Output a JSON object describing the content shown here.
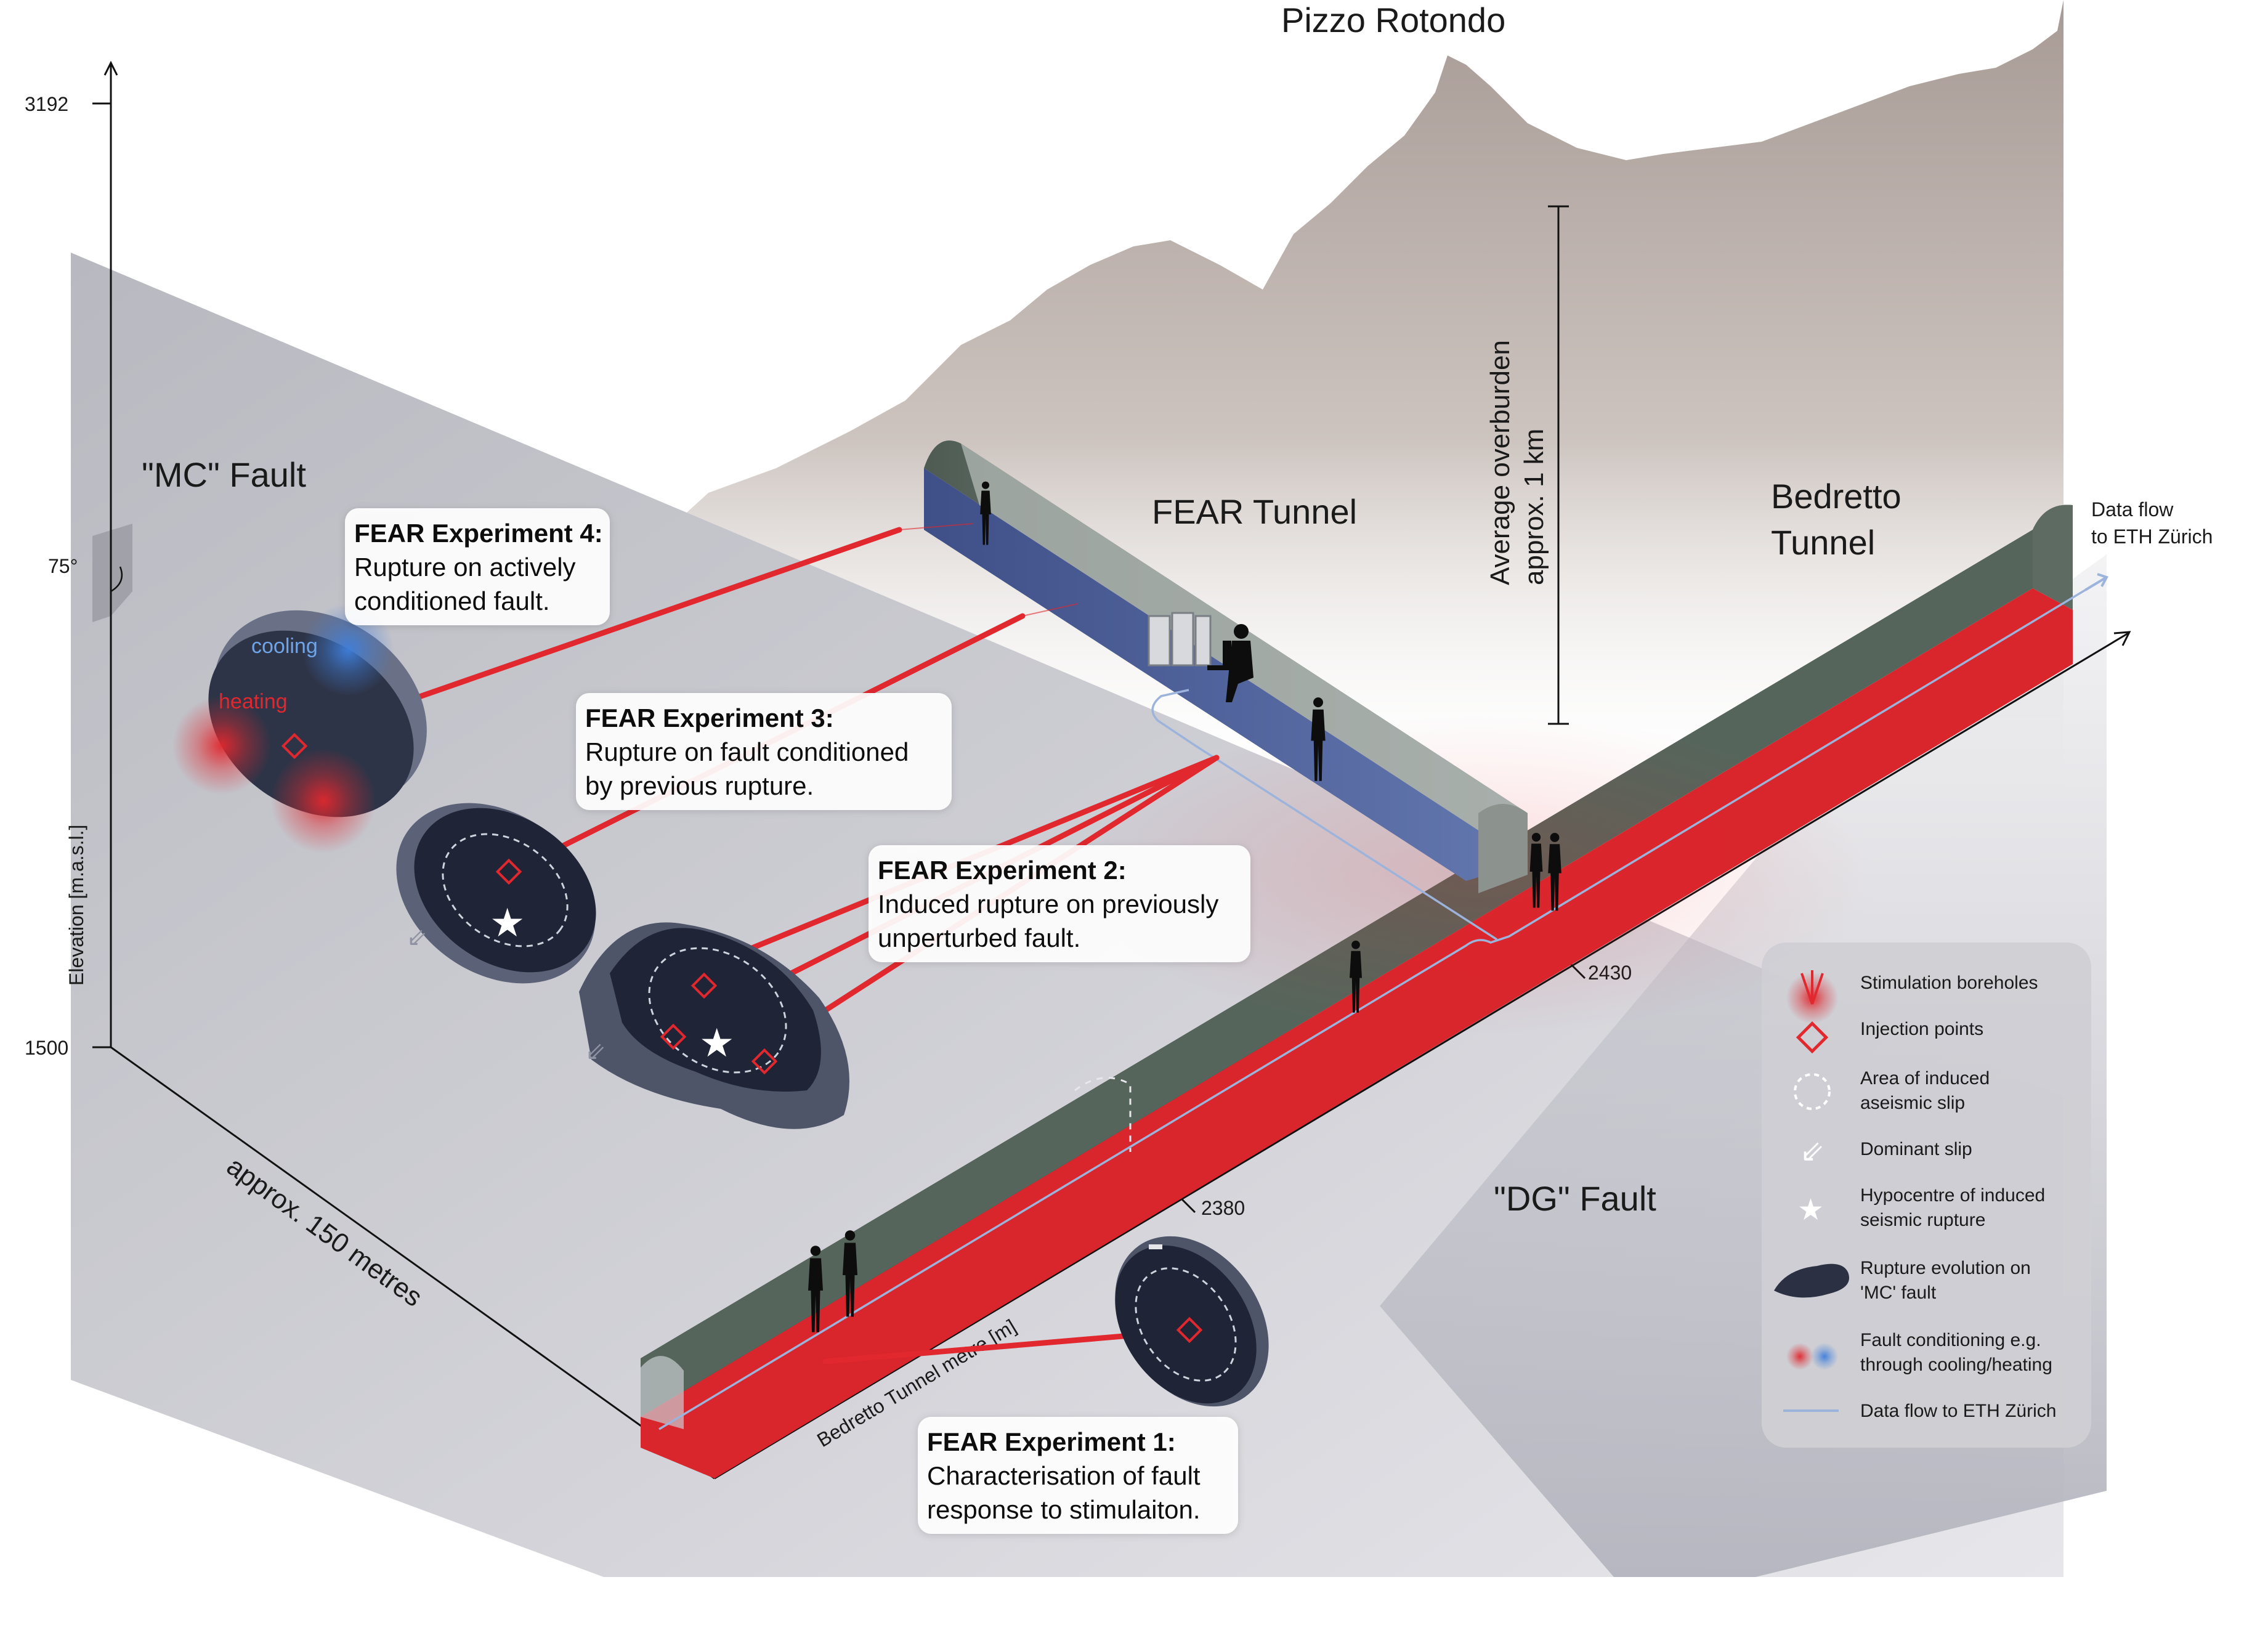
{
  "peak_label": "Pizzo Rotondo",
  "mc_fault_label": "\"MC\" Fault",
  "dg_fault_label": "\"DG\" Fault",
  "fear_tunnel_label": "FEAR Tunnel",
  "bedretto_tunnel_label": [
    "Bedretto",
    "Tunnel"
  ],
  "data_flow_label": [
    "Data flow",
    "to ETH Zürich"
  ],
  "overburden_label": [
    "Average overburden",
    "approx. 1 km"
  ],
  "elevation_axis": {
    "label": "Elevation [m.a.s.l.]",
    "ticks": [
      "3192",
      "1500"
    ],
    "dip_label": "75°"
  },
  "distance_label": "approx. 150 metres",
  "tunnel_metre_axis": {
    "label": "Bedretto Tunnel metre [m]",
    "ticks": [
      "2380",
      "2430"
    ]
  },
  "fault_conditioning": {
    "cooling": "cooling",
    "heating": "heating"
  },
  "experiments": [
    {
      "title": "FEAR Experiment 1:",
      "lines": [
        "Characterisation of fault",
        "response to stimulaiton."
      ]
    },
    {
      "title": "FEAR Experiment 2:",
      "lines": [
        "Induced rupture on previously",
        "unperturbed fault."
      ]
    },
    {
      "title": "FEAR Experiment 3:",
      "lines": [
        "Rupture on fault conditioned",
        "by previous rupture."
      ]
    },
    {
      "title": "FEAR Experiment 4:",
      "lines": [
        "Rupture on actively",
        "conditioned fault."
      ]
    }
  ],
  "legend": [
    {
      "icon": "stimulation-boreholes-icon",
      "lines": [
        "Stimulation boreholes"
      ]
    },
    {
      "icon": "injection-point-icon",
      "lines": [
        "Injection points"
      ]
    },
    {
      "icon": "aseismic-slip-icon",
      "lines": [
        "Area of induced",
        "aseismic slip"
      ]
    },
    {
      "icon": "dominant-slip-icon",
      "lines": [
        "Dominant slip"
      ]
    },
    {
      "icon": "hypocentre-star-icon",
      "lines": [
        "Hypocentre of induced",
        "seismic rupture"
      ]
    },
    {
      "icon": "rupture-evolution-icon",
      "lines": [
        "Rupture evolution on",
        "'MC' fault"
      ]
    },
    {
      "icon": "fault-conditioning-icon",
      "lines": [
        "Fault conditioning e.g.",
        "through cooling/heating"
      ]
    },
    {
      "icon": "data-flow-line-icon",
      "lines": [
        "Data flow to ETH Zürich"
      ]
    }
  ],
  "colors": {
    "tunnel_top": "#4b5a50",
    "tunnel_red": "#d9252c",
    "fear_floor": "#4e5f95",
    "mountain": "#bdb2ad",
    "fault_plane": "#c9c9cf",
    "disc_dark": "#2b3143",
    "disc_rim": "#565d73",
    "accent_red": "#e0282e",
    "cooling_blue": "#3f7fdc",
    "data_flow": "#9cb3dc"
  }
}
